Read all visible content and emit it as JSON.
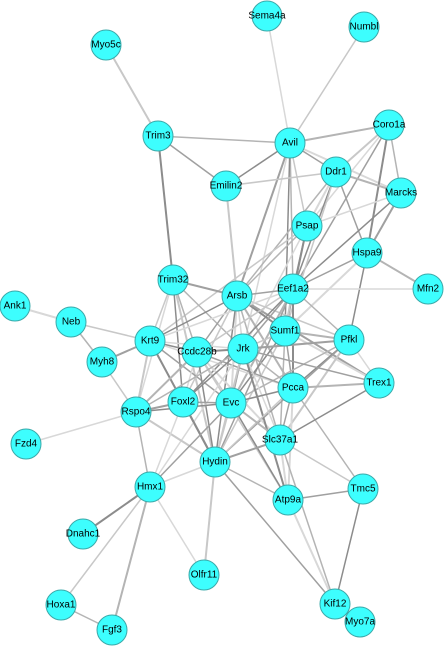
{
  "graph": {
    "node_color": "#3dfefe",
    "node_stroke": "#3aa9a9",
    "nodes": [
      {
        "id": "sema4a",
        "label": "Sema4a"
      },
      {
        "id": "numbl",
        "label": "Numbl"
      },
      {
        "id": "myo5c",
        "label": "Myo5c"
      },
      {
        "id": "trim3",
        "label": "Trim3"
      },
      {
        "id": "avil",
        "label": "Avil"
      },
      {
        "id": "coro1a",
        "label": "Coro1a"
      },
      {
        "id": "ddr1",
        "label": "Ddr1"
      },
      {
        "id": "emilin2",
        "label": "Emilin2"
      },
      {
        "id": "marcks",
        "label": "Marcks"
      },
      {
        "id": "psap",
        "label": "Psap"
      },
      {
        "id": "hspa9",
        "label": "Hspa9"
      },
      {
        "id": "trim32",
        "label": "Trim32"
      },
      {
        "id": "arsb",
        "label": "Arsb"
      },
      {
        "id": "eef1a2",
        "label": "Eef1a2"
      },
      {
        "id": "mfn2",
        "label": "Mfn2"
      },
      {
        "id": "ank1",
        "label": "Ank1"
      },
      {
        "id": "neb",
        "label": "Neb"
      },
      {
        "id": "sumf1",
        "label": "Sumf1"
      },
      {
        "id": "krt9",
        "label": "Krt9"
      },
      {
        "id": "pfkl",
        "label": "Pfkl"
      },
      {
        "id": "ccdc28b",
        "label": "Ccdc28b"
      },
      {
        "id": "jrk",
        "label": "Jrk"
      },
      {
        "id": "myh8",
        "label": "Myh8"
      },
      {
        "id": "trex1",
        "label": "Trex1"
      },
      {
        "id": "pcca",
        "label": "Pcca"
      },
      {
        "id": "rspo4",
        "label": "Rspo4"
      },
      {
        "id": "foxl2",
        "label": "Foxl2"
      },
      {
        "id": "evc",
        "label": "Evc"
      },
      {
        "id": "fzd4",
        "label": "Fzd4"
      },
      {
        "id": "slc37a1",
        "label": "Slc37a1"
      },
      {
        "id": "hydin",
        "label": "Hydin"
      },
      {
        "id": "hmx1",
        "label": "Hmx1"
      },
      {
        "id": "tmc5",
        "label": "Tmc5"
      },
      {
        "id": "atp9a",
        "label": "Atp9a"
      },
      {
        "id": "dnahc1",
        "label": "Dnahc1"
      },
      {
        "id": "olfr11",
        "label": "Olfr11"
      },
      {
        "id": "kif12",
        "label": "Kif12"
      },
      {
        "id": "hoxa1",
        "label": "Hoxa1"
      },
      {
        "id": "fgf3",
        "label": "Fgf3"
      },
      {
        "id": "myo7a",
        "label": "Myo7a"
      }
    ],
    "edges": [
      [
        "myo5c",
        "trim3"
      ],
      [
        "trim3",
        "avil"
      ],
      [
        "trim3",
        "emilin2"
      ],
      [
        "trim3",
        "trim32"
      ],
      [
        "sema4a",
        "avil"
      ],
      [
        "numbl",
        "avil"
      ],
      [
        "avil",
        "coro1a"
      ],
      [
        "avil",
        "ddr1"
      ],
      [
        "avil",
        "emilin2"
      ],
      [
        "avil",
        "marcks"
      ],
      [
        "avil",
        "psap"
      ],
      [
        "avil",
        "eef1a2"
      ],
      [
        "avil",
        "arsb"
      ],
      [
        "avil",
        "sumf1"
      ],
      [
        "avil",
        "jrk"
      ],
      [
        "coro1a",
        "ddr1"
      ],
      [
        "coro1a",
        "marcks"
      ],
      [
        "coro1a",
        "eef1a2"
      ],
      [
        "coro1a",
        "hspa9"
      ],
      [
        "coro1a",
        "psap"
      ],
      [
        "ddr1",
        "emilin2"
      ],
      [
        "ddr1",
        "marcks"
      ],
      [
        "ddr1",
        "hspa9"
      ],
      [
        "ddr1",
        "eef1a2"
      ],
      [
        "ddr1",
        "psap"
      ],
      [
        "ddr1",
        "sumf1"
      ],
      [
        "ddr1",
        "arsb"
      ],
      [
        "marcks",
        "hspa9"
      ],
      [
        "marcks",
        "eef1a2"
      ],
      [
        "marcks",
        "psap"
      ],
      [
        "emilin2",
        "arsb"
      ],
      [
        "psap",
        "arsb"
      ],
      [
        "psap",
        "eef1a2"
      ],
      [
        "psap",
        "sumf1"
      ],
      [
        "psap",
        "jrk"
      ],
      [
        "psap",
        "krt9"
      ],
      [
        "hspa9",
        "mfn2"
      ],
      [
        "hspa9",
        "eef1a2"
      ],
      [
        "hspa9",
        "pfkl"
      ],
      [
        "hspa9",
        "sumf1"
      ],
      [
        "trim32",
        "krt9"
      ],
      [
        "trim32",
        "ccdc28b"
      ],
      [
        "trim32",
        "arsb"
      ],
      [
        "trim32",
        "foxl2"
      ],
      [
        "trim32",
        "rspo4"
      ],
      [
        "trim32",
        "hydin"
      ],
      [
        "trim32",
        "jrk"
      ],
      [
        "arsb",
        "eef1a2"
      ],
      [
        "arsb",
        "sumf1"
      ],
      [
        "arsb",
        "jrk"
      ],
      [
        "arsb",
        "pfkl"
      ],
      [
        "arsb",
        "pcca"
      ],
      [
        "arsb",
        "ccdc28b"
      ],
      [
        "arsb",
        "krt9"
      ],
      [
        "arsb",
        "evc"
      ],
      [
        "arsb",
        "foxl2"
      ],
      [
        "arsb",
        "slc37a1"
      ],
      [
        "arsb",
        "trex1"
      ],
      [
        "arsb",
        "hydin"
      ],
      [
        "eef1a2",
        "mfn2"
      ],
      [
        "eef1a2",
        "sumf1"
      ],
      [
        "eef1a2",
        "pfkl"
      ],
      [
        "eef1a2",
        "jrk"
      ],
      [
        "eef1a2",
        "pcca"
      ],
      [
        "eef1a2",
        "krt9"
      ],
      [
        "eef1a2",
        "ccdc28b"
      ],
      [
        "eef1a2",
        "evc"
      ],
      [
        "eef1a2",
        "hydin"
      ],
      [
        "eef1a2",
        "foxl2"
      ],
      [
        "ank1",
        "neb"
      ],
      [
        "neb",
        "krt9"
      ],
      [
        "neb",
        "myh8"
      ],
      [
        "krt9",
        "myh8"
      ],
      [
        "krt9",
        "ccdc28b"
      ],
      [
        "krt9",
        "jrk"
      ],
      [
        "krt9",
        "rspo4"
      ],
      [
        "krt9",
        "foxl2"
      ],
      [
        "krt9",
        "evc"
      ],
      [
        "krt9",
        "hydin"
      ],
      [
        "krt9",
        "pcca"
      ],
      [
        "sumf1",
        "jrk"
      ],
      [
        "sumf1",
        "pfkl"
      ],
      [
        "sumf1",
        "pcca"
      ],
      [
        "sumf1",
        "evc"
      ],
      [
        "sumf1",
        "trex1"
      ],
      [
        "sumf1",
        "hydin"
      ],
      [
        "sumf1",
        "slc37a1"
      ],
      [
        "pfkl",
        "jrk"
      ],
      [
        "pfkl",
        "pcca"
      ],
      [
        "pfkl",
        "trex1"
      ],
      [
        "pfkl",
        "slc37a1"
      ],
      [
        "pfkl",
        "evc"
      ],
      [
        "pfkl",
        "hydin"
      ],
      [
        "ccdc28b",
        "jrk"
      ],
      [
        "ccdc28b",
        "foxl2"
      ],
      [
        "ccdc28b",
        "evc"
      ],
      [
        "ccdc28b",
        "rspo4"
      ],
      [
        "ccdc28b",
        "pcca"
      ],
      [
        "ccdc28b",
        "hydin"
      ],
      [
        "ccdc28b",
        "slc37a1"
      ],
      [
        "ccdc28b",
        "atp9a"
      ],
      [
        "jrk",
        "pcca"
      ],
      [
        "jrk",
        "evc"
      ],
      [
        "jrk",
        "foxl2"
      ],
      [
        "jrk",
        "slc37a1"
      ],
      [
        "jrk",
        "hydin"
      ],
      [
        "jrk",
        "rspo4"
      ],
      [
        "jrk",
        "trex1"
      ],
      [
        "jrk",
        "atp9a"
      ],
      [
        "jrk",
        "hmx1"
      ],
      [
        "myh8",
        "rspo4"
      ],
      [
        "pcca",
        "trex1"
      ],
      [
        "pcca",
        "slc37a1"
      ],
      [
        "pcca",
        "evc"
      ],
      [
        "pcca",
        "atp9a"
      ],
      [
        "pcca",
        "hydin"
      ],
      [
        "pcca",
        "tmc5"
      ],
      [
        "rspo4",
        "foxl2"
      ],
      [
        "rspo4",
        "evc"
      ],
      [
        "rspo4",
        "fzd4"
      ],
      [
        "rspo4",
        "hydin"
      ],
      [
        "rspo4",
        "hmx1"
      ],
      [
        "foxl2",
        "evc"
      ],
      [
        "foxl2",
        "hydin"
      ],
      [
        "foxl2",
        "hmx1"
      ],
      [
        "evc",
        "hydin"
      ],
      [
        "evc",
        "slc37a1"
      ],
      [
        "evc",
        "hmx1"
      ],
      [
        "evc",
        "atp9a"
      ],
      [
        "slc37a1",
        "atp9a"
      ],
      [
        "slc37a1",
        "tmc5"
      ],
      [
        "slc37a1",
        "kif12"
      ],
      [
        "slc37a1",
        "hydin"
      ],
      [
        "slc37a1",
        "trex1"
      ],
      [
        "hydin",
        "hmx1"
      ],
      [
        "hydin",
        "olfr11"
      ],
      [
        "hydin",
        "atp9a"
      ],
      [
        "hydin",
        "kif12"
      ],
      [
        "hmx1",
        "dnahc1"
      ],
      [
        "hmx1",
        "olfr11"
      ],
      [
        "hmx1",
        "hoxa1"
      ],
      [
        "hmx1",
        "fgf3"
      ],
      [
        "tmc5",
        "atp9a"
      ],
      [
        "tmc5",
        "kif12"
      ],
      [
        "atp9a",
        "kif12"
      ],
      [
        "kif12",
        "myo7a"
      ],
      [
        "hoxa1",
        "fgf3"
      ]
    ]
  }
}
